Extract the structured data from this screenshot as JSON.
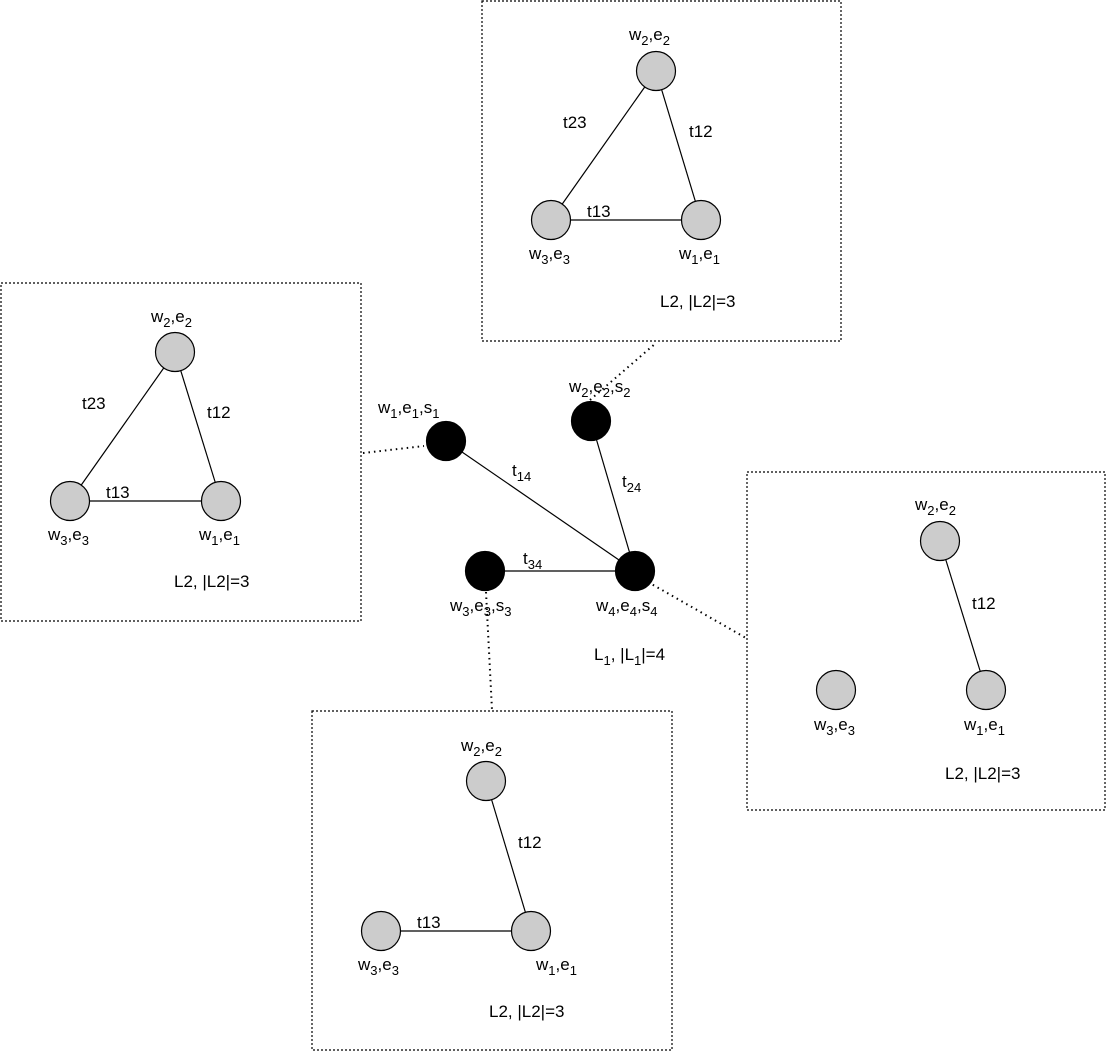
{
  "level1": {
    "nodes": {
      "n1": {
        "label": {
          "w": "w",
          "ws": "1",
          "e": "e",
          "es": "1",
          "s": "s",
          "ss": "1"
        }
      },
      "n2": {
        "label": {
          "w": "w",
          "ws": "2",
          "e": "e",
          "es": "2",
          "s": "s",
          "ss": "2"
        }
      },
      "n3": {
        "label": {
          "w": "w",
          "ws": "3",
          "e": "e",
          "es": "3",
          "s": "s",
          "ss": "3"
        }
      },
      "n4": {
        "label": {
          "w": "w",
          "ws": "4",
          "e": "e",
          "es": "4",
          "s": "s",
          "ss": "4"
        }
      }
    },
    "edges": {
      "t14": {
        "t": "t",
        "sub": "14"
      },
      "t24": {
        "t": "t",
        "sub": "24"
      },
      "t34": {
        "t": "t",
        "sub": "34"
      }
    },
    "caption": {
      "l": "L",
      "ls": "1",
      "mid": ", |L",
      "ms": "1",
      "end": "|=4"
    }
  },
  "level2_common": {
    "node1": {
      "w": "w",
      "ws": "1",
      "e": "e",
      "es": "1"
    },
    "node2": {
      "w": "w",
      "ws": "2",
      "e": "e",
      "es": "2"
    },
    "node3": {
      "w": "w",
      "ws": "3",
      "e": "e",
      "es": "3"
    },
    "edge12": "t12",
    "edge13": "t13",
    "edge23": "t23",
    "caption": "L2, |L2|=3"
  }
}
